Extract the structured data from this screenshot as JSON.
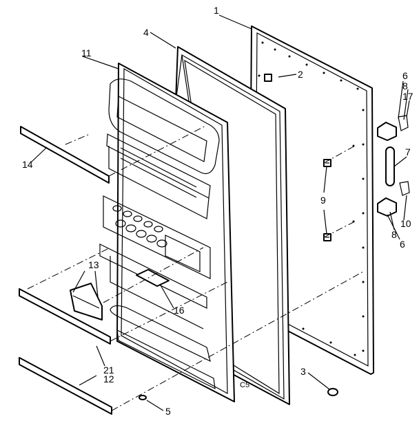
{
  "callouts": {
    "c1": "1",
    "c2": "2",
    "c3": "3",
    "c4": "4",
    "c5": "5",
    "c6a": "6",
    "c8a": "8",
    "c17": "17",
    "c7": "7",
    "c9": "9",
    "c10": "10",
    "c8b": "8",
    "c6b": "6",
    "c11": "11",
    "c14": "14",
    "c13": "13",
    "c16": "16",
    "c21": "21",
    "c12": "12"
  },
  "figure_code": "C5",
  "colors": {
    "ink": "#000000",
    "paper": "#ffffff"
  }
}
